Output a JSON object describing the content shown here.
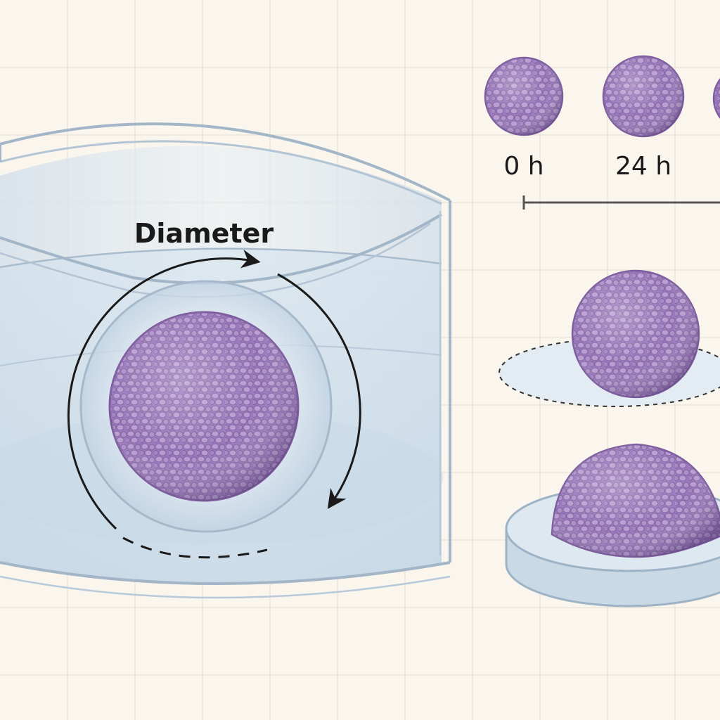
{
  "labels": {
    "diameter": "Diameter",
    "time_0": "0 h",
    "time_24": "24 h"
  },
  "colors": {
    "background": "#faf6ee",
    "grid": "#ebe6dc",
    "spheroid": "#9a78bb",
    "spheroid_cell": "#b79cd0",
    "glass": "#dbe6ef",
    "glass_edge": "#9fb3c6",
    "annotation": "#1a1a1a"
  },
  "icons": [
    "well-icon",
    "spheroid-icon",
    "rotation-arrow-icon",
    "timeline-icon",
    "dish-icon"
  ]
}
